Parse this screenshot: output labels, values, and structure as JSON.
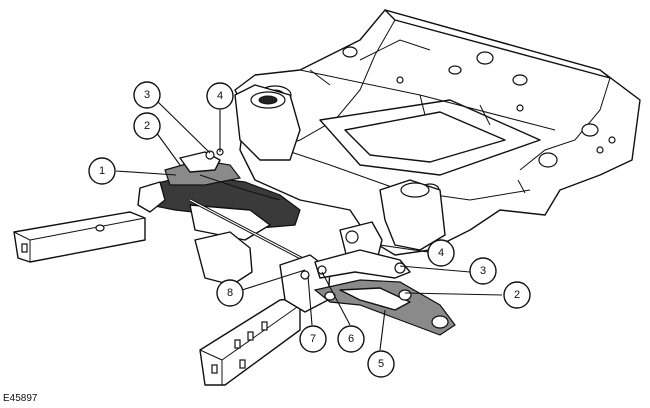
{
  "figure_ref": "E45897",
  "callouts": [
    {
      "id": "c1-left",
      "label": "1"
    },
    {
      "id": "c2-left",
      "label": "2"
    },
    {
      "id": "c3-left",
      "label": "3"
    },
    {
      "id": "c4-left",
      "label": "4"
    },
    {
      "id": "c4-right",
      "label": "4"
    },
    {
      "id": "c3-right",
      "label": "3"
    },
    {
      "id": "c2-right",
      "label": "2"
    },
    {
      "id": "c8",
      "label": "8"
    },
    {
      "id": "c7",
      "label": "7"
    },
    {
      "id": "c6",
      "label": "6"
    },
    {
      "id": "c5",
      "label": "5"
    }
  ]
}
